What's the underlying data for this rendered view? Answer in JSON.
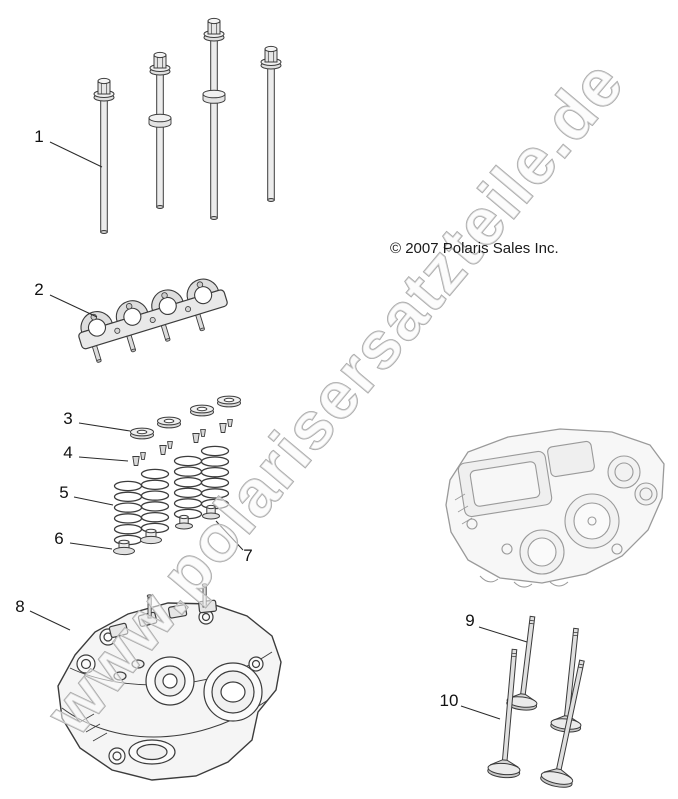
{
  "watermark": {
    "text": "www.polarisersatzteile.de"
  },
  "copyright": {
    "text": "© 2007 Polaris Sales Inc."
  },
  "callouts": [
    {
      "label": "1"
    },
    {
      "label": "2"
    },
    {
      "label": "3"
    },
    {
      "label": "4"
    },
    {
      "label": "5"
    },
    {
      "label": "6"
    },
    {
      "label": "7"
    },
    {
      "label": "8"
    },
    {
      "label": "9"
    },
    {
      "label": "10"
    }
  ],
  "colors": {
    "line_dark": "#3c3c3c",
    "line_light": "#9a9a9a",
    "watermark_gray": "#a8a8a8",
    "background": "#ffffff"
  }
}
